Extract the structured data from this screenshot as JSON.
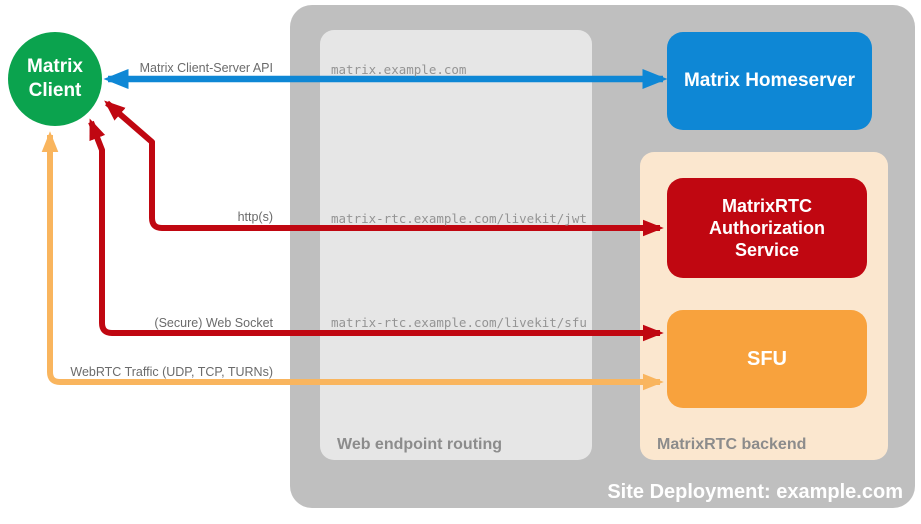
{
  "diagram": {
    "client": {
      "label": "Matrix\nClient"
    },
    "homeserver": {
      "label": "Matrix Homeserver"
    },
    "auth_service": {
      "label": "MatrixRTC\nAuthorization\nService"
    },
    "sfu": {
      "label": "SFU"
    },
    "site_container": {
      "label": "Site Deployment: example.com"
    },
    "routing_container": {
      "label": "Web endpoint routing"
    },
    "backend_container": {
      "label": "MatrixRTC backend"
    },
    "endpoints": {
      "homeserver_url": "matrix.example.com",
      "jwt_url": "matrix-rtc.example.com/livekit/jwt",
      "sfu_url": "matrix-rtc.example.com/livekit/sfu"
    },
    "connections": {
      "cs_api": {
        "label": "Matrix Client-Server API",
        "color": "#0E87D5"
      },
      "https": {
        "label": "http(s)",
        "color": "#C00711"
      },
      "websocket": {
        "label": "(Secure) Web Socket",
        "color": "#C00711"
      },
      "webrtc": {
        "label": "WebRTC Traffic (UDP, TCP, TURNs)",
        "color": "#F9B55E"
      }
    },
    "colors": {
      "green": "#0BA34E",
      "blue": "#0E87D5",
      "red": "#C00711",
      "orange_box": "#F8A23D",
      "orange_arrow": "#F9B55E",
      "peach": "#FBE7CF",
      "container_gray": "#BFBFBF",
      "panel_gray": "#E6E6E6"
    }
  }
}
